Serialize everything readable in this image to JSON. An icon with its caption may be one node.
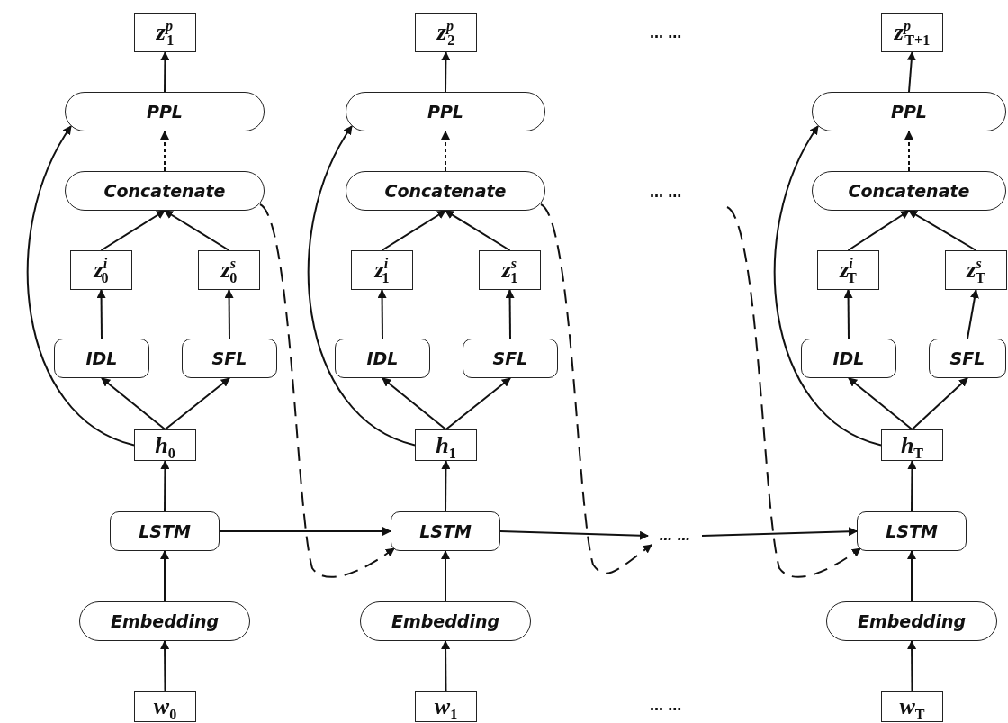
{
  "diagram": {
    "nodes": [
      {
        "text": [
          "*z*$^{p}$$_{1}$"
        ]
      },
      {
        "text": [
          "PPL"
        ]
      },
      {
        "text": [
          "Concatenate"
        ]
      },
      {
        "text": [
          "*z*$^{i}$$_{0}$"
        ]
      },
      {
        "text": [
          "*z*$^{s}$$_{0}$"
        ]
      },
      {
        "text": [
          "IDL"
        ]
      },
      {
        "text": [
          "SFL"
        ]
      },
      {
        "text": [
          "*h*$_{0}$"
        ]
      },
      {
        "text": [
          "LSTM"
        ]
      },
      {
        "text": [
          "Embedding"
        ]
      },
      {
        "text": [
          "*w*$_{0}$"
        ]
      },
      {
        "text": [
          "*z*$^{p}$$_{2}$"
        ]
      },
      {
        "text": [
          "PPL"
        ]
      },
      {
        "text": [
          "Concatenate"
        ]
      },
      {
        "text": [
          "*z*$^{i}$$_{1}$"
        ]
      },
      {
        "text": [
          "*z*$^{s}$$_{1}$"
        ]
      },
      {
        "text": [
          "IDL"
        ]
      },
      {
        "text": [
          "SFL"
        ]
      },
      {
        "text": [
          "*h*$_{1}$"
        ]
      },
      {
        "text": [
          "LSTM"
        ]
      },
      {
        "text": [
          "Embedding"
        ]
      },
      {
        "text": [
          "*w*$_{1}$"
        ]
      },
      {
        "text": [
          "*z*$^{p}$$_{T+1}$"
        ]
      },
      {
        "text": [
          "PPL"
        ]
      },
      {
        "text": [
          "Concatenate"
        ]
      },
      {
        "text": [
          "*z*$^{i}$$_{T}$"
        ]
      },
      {
        "text": [
          "*z*$^{s}$$_{T}$"
        ]
      },
      {
        "text": [
          "IDL"
        ]
      },
      {
        "text": [
          "SFL"
        ]
      },
      {
        "text": [
          "*h*$_{T}$"
        ]
      },
      {
        "text": [
          "LSTM"
        ]
      },
      {
        "text": [
          "Embedding"
        ]
      },
      {
        "text": [
          "*w*$_{T}$"
        ]
      },
      {
        "text": [
          "… …"
        ]
      }
    ],
    "edges": [
      {
        "from": 1,
        "to": 0,
        "arrow": "to"
      },
      {
        "from": 2,
        "to": 1,
        "arrow": "to",
        "style": "dashed"
      },
      {
        "from": 3,
        "to": 2,
        "arrow": "to"
      },
      {
        "from": 4,
        "to": 2,
        "arrow": "to"
      },
      {
        "from": 5,
        "to": 3,
        "arrow": "to"
      },
      {
        "from": 6,
        "to": 4,
        "arrow": "to"
      },
      {
        "from": 7,
        "to": 5,
        "arrow": "to"
      },
      {
        "from": 7,
        "to": 6,
        "arrow": "to"
      },
      {
        "from": 7,
        "to": 1,
        "arrow": "to"
      },
      {
        "from": 8,
        "to": 7,
        "arrow": "to"
      },
      {
        "from": 9,
        "to": 8,
        "arrow": "to"
      },
      {
        "from": 10,
        "to": 9,
        "arrow": "to"
      },
      {
        "from": 12,
        "to": 11,
        "arrow": "to"
      },
      {
        "from": 13,
        "to": 12,
        "arrow": "to",
        "style": "dashed"
      },
      {
        "from": 14,
        "to": 13,
        "arrow": "to"
      },
      {
        "from": 15,
        "to": 13,
        "arrow": "to"
      },
      {
        "from": 16,
        "to": 14,
        "arrow": "to"
      },
      {
        "from": 17,
        "to": 15,
        "arrow": "to"
      },
      {
        "from": 18,
        "to": 16,
        "arrow": "to"
      },
      {
        "from": 18,
        "to": 17,
        "arrow": "to"
      },
      {
        "from": 18,
        "to": 12,
        "arrow": "to"
      },
      {
        "from": 19,
        "to": 18,
        "arrow": "to"
      },
      {
        "from": 20,
        "to": 19,
        "arrow": "to"
      },
      {
        "from": 21,
        "to": 20,
        "arrow": "to"
      },
      {
        "from": 23,
        "to": 22,
        "arrow": "to"
      },
      {
        "from": 24,
        "to": 23,
        "arrow": "to",
        "style": "dashed"
      },
      {
        "from": 25,
        "to": 24,
        "arrow": "to"
      },
      {
        "from": 26,
        "to": 24,
        "arrow": "to"
      },
      {
        "from": 27,
        "to": 25,
        "arrow": "to"
      },
      {
        "from": 28,
        "to": 26,
        "arrow": "to"
      },
      {
        "from": 29,
        "to": 27,
        "arrow": "to"
      },
      {
        "from": 29,
        "to": 28,
        "arrow": "to"
      },
      {
        "from": 29,
        "to": 23,
        "arrow": "to"
      },
      {
        "from": 30,
        "to": 29,
        "arrow": "to"
      },
      {
        "from": 31,
        "to": 30,
        "arrow": "to"
      },
      {
        "from": 32,
        "to": 31,
        "arrow": "to"
      },
      {
        "from": 8,
        "to": 19,
        "arrow": "to"
      },
      {
        "from": 19,
        "to": 33,
        "arrow": "to"
      },
      {
        "from": 33,
        "to": 30,
        "arrow": "to"
      },
      {
        "from": 2,
        "to": 19,
        "arrow": "to",
        "style": "dashed"
      },
      {
        "from": 13,
        "to": 33,
        "arrow": "to",
        "style": "dashed"
      },
      {
        "from": null,
        "to": 30,
        "arrow": "to",
        "style": "dashed"
      }
    ],
    "labels": [
      "… …",
      "… …",
      "… …"
    ]
  }
}
